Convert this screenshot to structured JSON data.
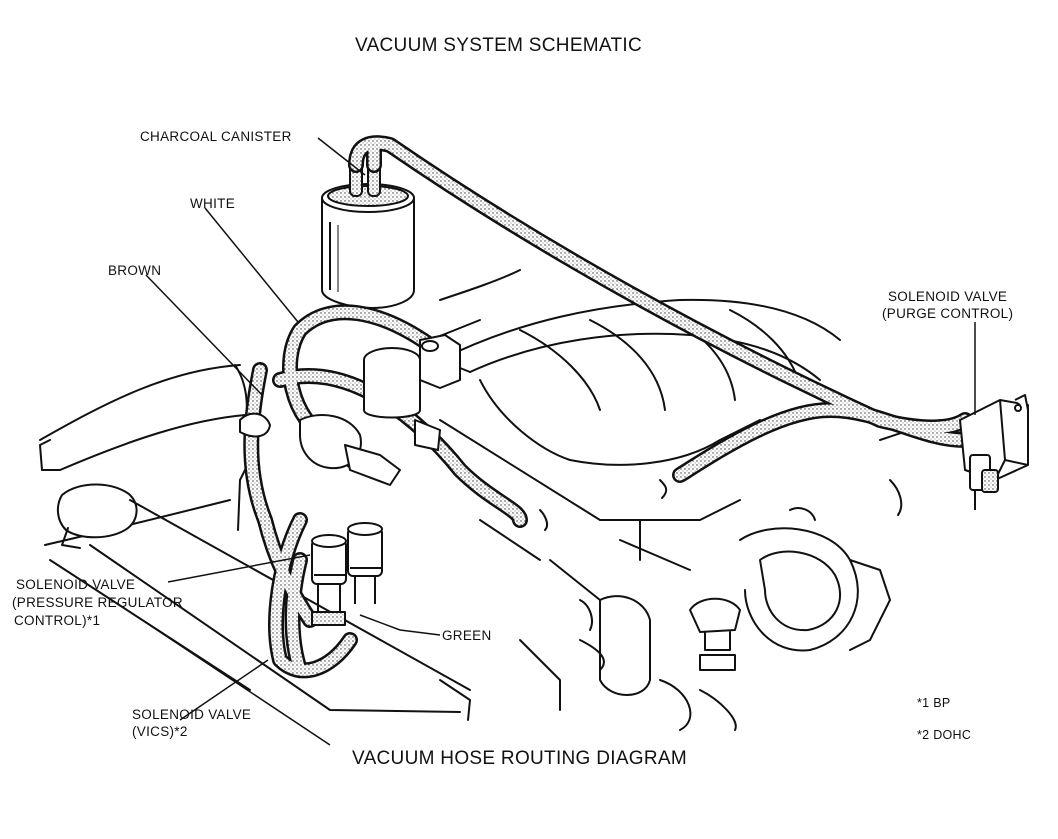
{
  "title": "VACUUM SYSTEM SCHEMATIC",
  "caption": "VACUUM HOSE ROUTING DIAGRAM",
  "labels": {
    "charcoal_canister": "CHARCOAL CANISTER",
    "white": "WHITE",
    "brown": "BROWN",
    "solenoid_purge_line1": "SOLENOID VALVE",
    "solenoid_purge_line2": "(PURGE CONTROL)",
    "solenoid_pressure_line1": "SOLENOID VALVE",
    "solenoid_pressure_line2": "(PRESSURE REGULATOR",
    "solenoid_pressure_line3": "CONTROL)*1",
    "green": "GREEN",
    "solenoid_vics_line1": "SOLENOID VALVE",
    "solenoid_vics_line2": "(VICS)*2"
  },
  "notes": {
    "note1": "*1 BP",
    "note2": "*2 DOHC"
  }
}
